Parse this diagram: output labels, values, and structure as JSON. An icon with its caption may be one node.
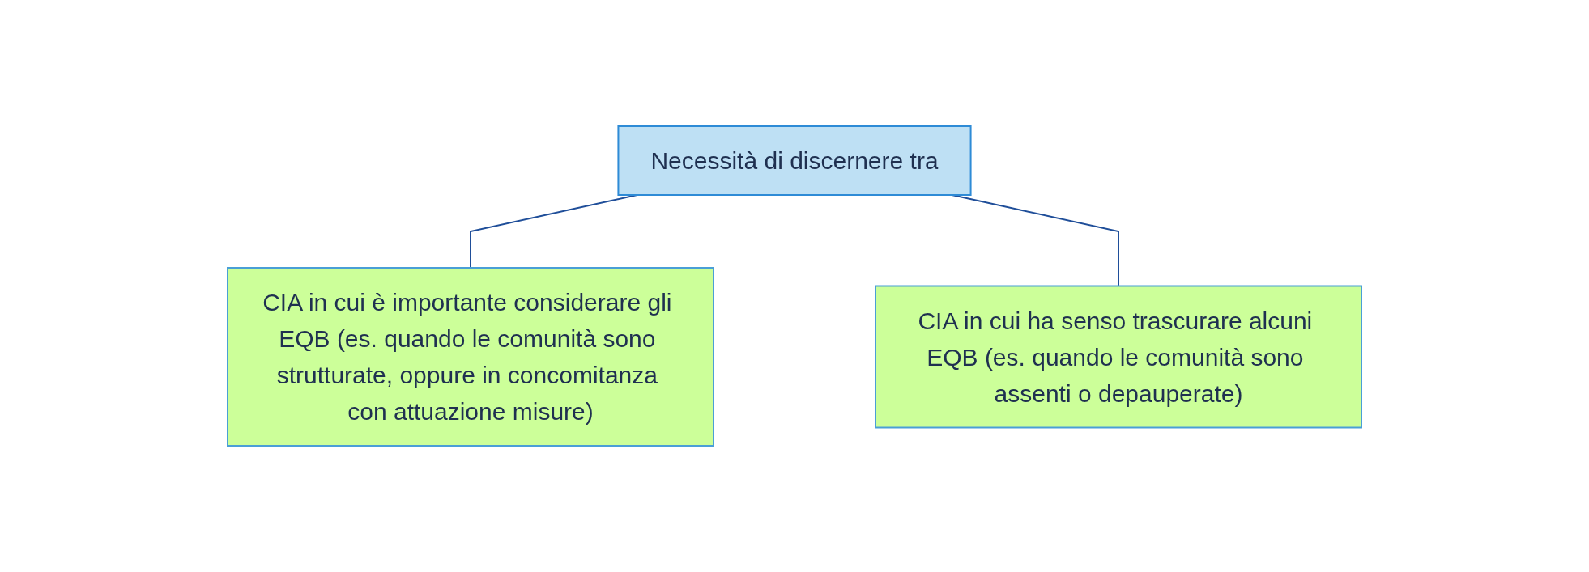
{
  "diagram": {
    "nodes": [
      {
        "text": [
          "Necessità di discernere tra"
        ]
      },
      {
        "text": [
          "CIA in cui è importante considerare gli EQB (es. quando le comunità sono strutturate, oppure in concomitanza con attuazione misure)"
        ]
      },
      {
        "text": [
          "CIA in cui ha senso trascurare alcuni EQB (es. quando le comunità sono assenti o depauperate)"
        ]
      }
    ],
    "edges": [
      {
        "from": 0,
        "to": 1,
        "arrow": "none"
      },
      {
        "from": 0,
        "to": 2,
        "arrow": "none"
      }
    ]
  }
}
